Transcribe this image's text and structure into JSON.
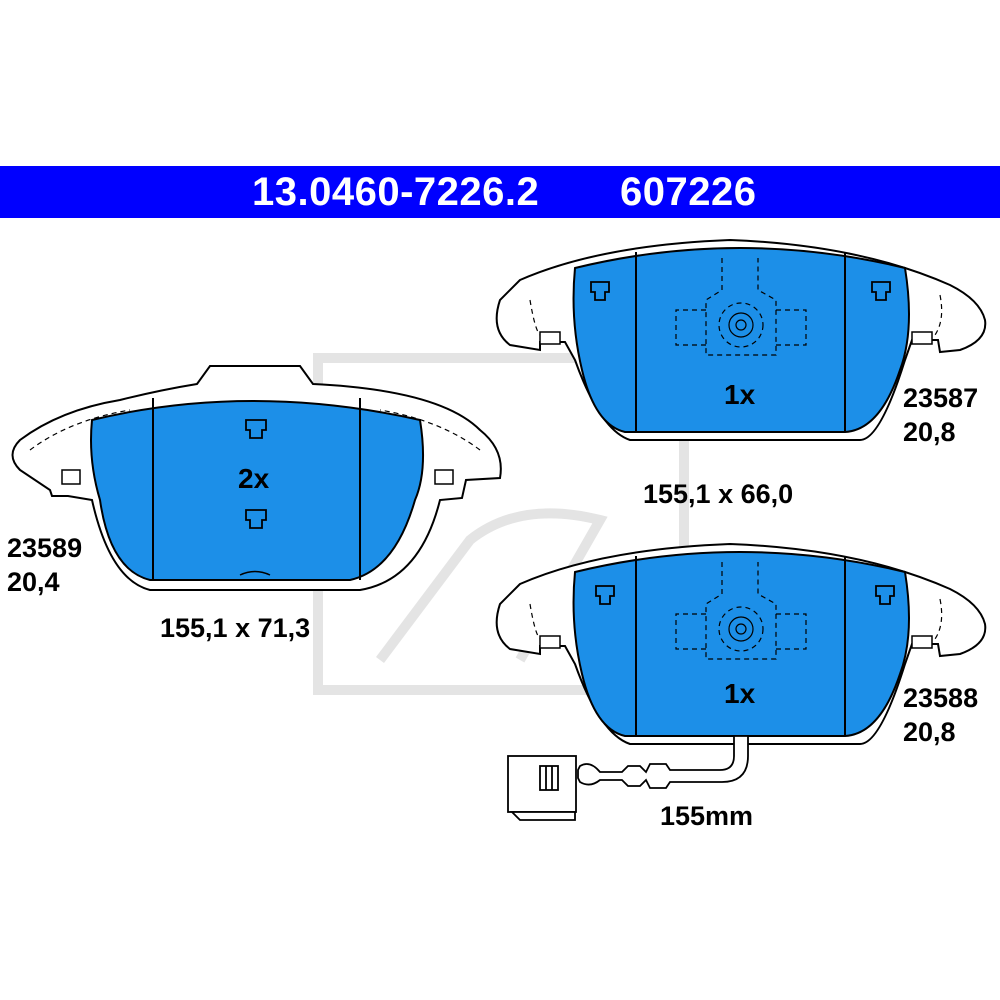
{
  "header": {
    "part_number": "13.0460-7226.2",
    "reference_number": "607226",
    "background_color": "#0000ff"
  },
  "pad_color": "#1c8fe8",
  "pads": [
    {
      "id": "left",
      "quantity": "2x",
      "code": "23589",
      "thickness": "20,4",
      "dimensions": "155,1 x 71,3"
    },
    {
      "id": "top-right",
      "quantity": "1x",
      "code": "23587",
      "thickness": "20,8",
      "dimensions": "155,1 x 66,0"
    },
    {
      "id": "bottom-right",
      "quantity": "1x",
      "code": "23588",
      "thickness": "20,8",
      "wear_sensor_length": "155mm"
    }
  ]
}
